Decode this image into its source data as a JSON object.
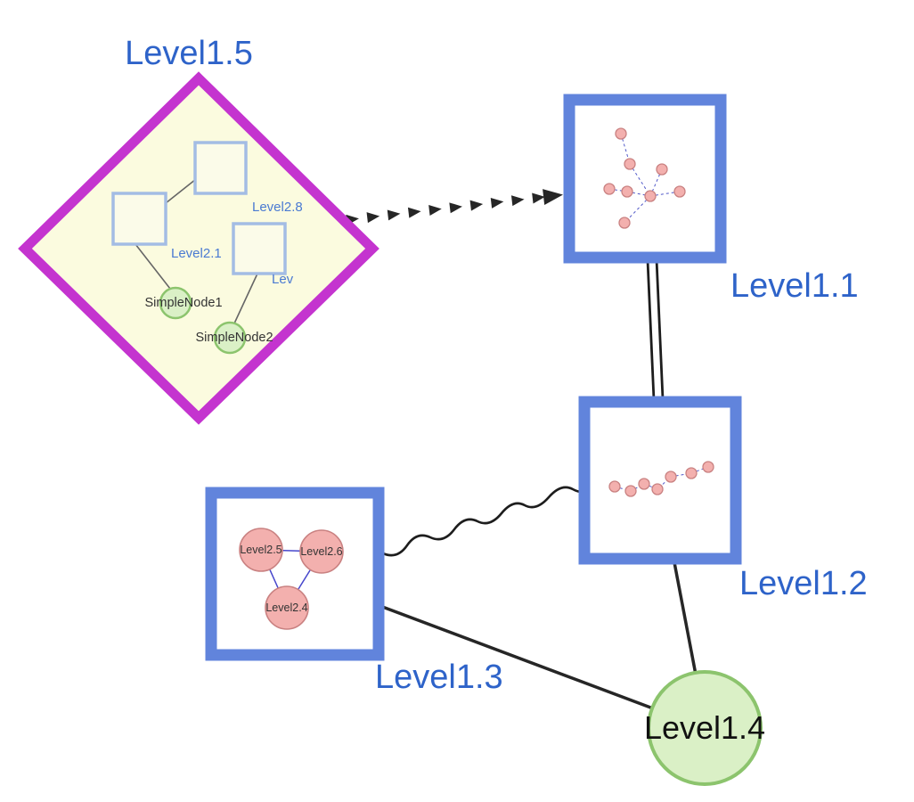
{
  "diagram": {
    "type": "nested-graph-visualization",
    "labels": {
      "level15": "Level1.5",
      "level11": "Level1.1",
      "level12": "Level1.2",
      "level13": "Level1.3",
      "level14": "Level1.4",
      "level28": "Level2.8",
      "level21": "Level2.1",
      "lev": "Lev",
      "simplenode1": "SimpleNode1",
      "simplenode2": "SimpleNode2",
      "level25": "Level2.5",
      "level26": "Level2.6",
      "level24": "Level2.4"
    },
    "top_level_nodes": [
      {
        "id": "Level1.5",
        "shape": "diamond",
        "children": [
          "Level2.8",
          "Level2.1",
          "Lev",
          "SimpleNode1",
          "SimpleNode2"
        ]
      },
      {
        "id": "Level1.1",
        "shape": "square",
        "children_count": 8
      },
      {
        "id": "Level1.2",
        "shape": "square",
        "children_count": 7
      },
      {
        "id": "Level1.3",
        "shape": "square",
        "children": [
          "Level2.5",
          "Level2.6",
          "Level2.4"
        ]
      },
      {
        "id": "Level1.4",
        "shape": "circle"
      }
    ],
    "edges": [
      {
        "from": "Level1.5",
        "to": "Level1.1",
        "style": "dashed-arrow"
      },
      {
        "from": "Level1.1",
        "to": "Level1.2",
        "style": "double-line"
      },
      {
        "from": "Level1.3",
        "to": "Level1.2",
        "style": "wavy"
      },
      {
        "from": "Level1.3",
        "to": "Level1.4",
        "style": "solid"
      },
      {
        "from": "Level1.2",
        "to": "Level1.4",
        "style": "solid"
      }
    ],
    "colors": {
      "label_blue": "#2e63c9",
      "sublabel_blue": "#4a7ad2",
      "diamond_border": "#c434cf",
      "diamond_fill": "#fbfbdf",
      "square_border": "#6184dc",
      "subsquare_border": "#a3bce4",
      "subsquare_fill": "#fbfbe9",
      "green_fill": "#daf0c6",
      "green_border": "#8cc46d",
      "pink_fill": "#f3b0ae",
      "pink_border": "#c98181",
      "mini_edge": "#5058c8",
      "edge_dark": "#262626",
      "text_dark": "#333333"
    }
  }
}
